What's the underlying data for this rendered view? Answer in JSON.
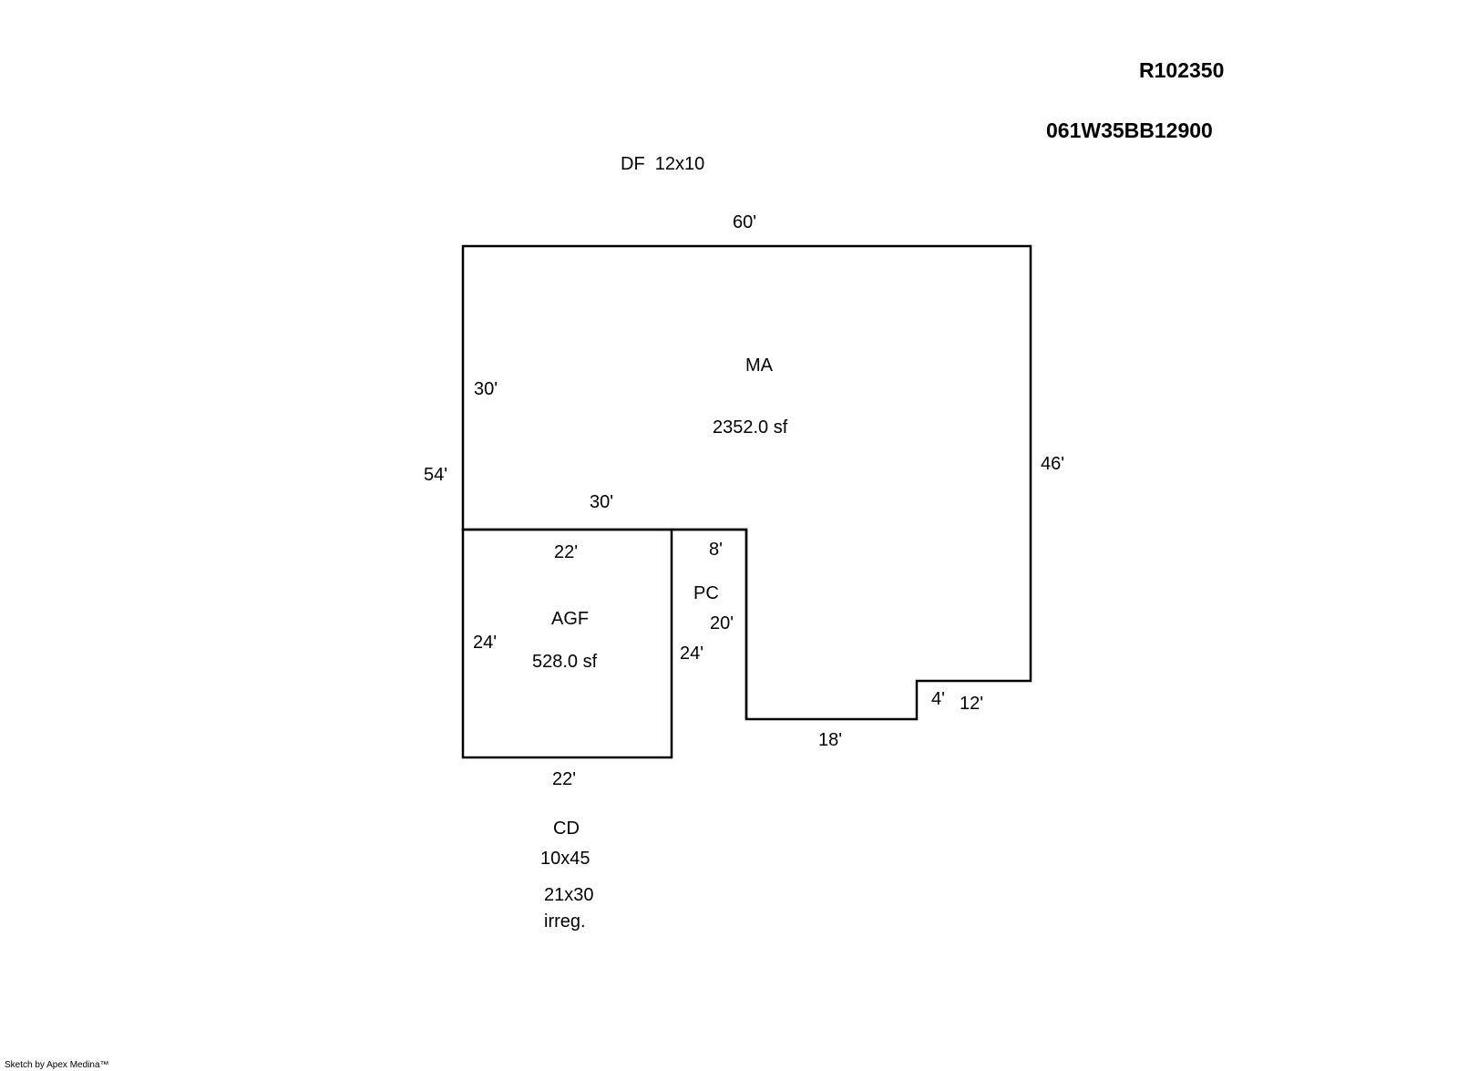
{
  "header": {
    "account_id": "R102350",
    "map_tax_lot": "061W35BB12900"
  },
  "areas": {
    "ma": {
      "code": "MA",
      "area": "2352.0 sf"
    },
    "agf": {
      "code": "AGF",
      "area": "528.0 sf"
    },
    "pc": {
      "code": "PC"
    }
  },
  "extras": {
    "df": {
      "code": "DF",
      "size": "12x10"
    },
    "cd": {
      "code": "CD",
      "size_1": "10x45",
      "size_2": "21x30",
      "note": "irreg."
    }
  },
  "dimensions": {
    "ma_top": "60'",
    "ma_left_upper": "30'",
    "overall_left": "54'",
    "ma_right": "46'",
    "ma_ledge": "30'",
    "agf_top": "22'",
    "agf_left": "24'",
    "agf_bottom": "22'",
    "pc_top": "8'",
    "pc_inner": "20'",
    "pc_left": "24'",
    "ma_bottom": "18'",
    "step_vertical": "4'",
    "step_horizontal": "12'"
  },
  "footer": {
    "credit": "Sketch by Apex Medina™"
  },
  "colors": {
    "line": "#000000",
    "background": "#ffffff"
  }
}
